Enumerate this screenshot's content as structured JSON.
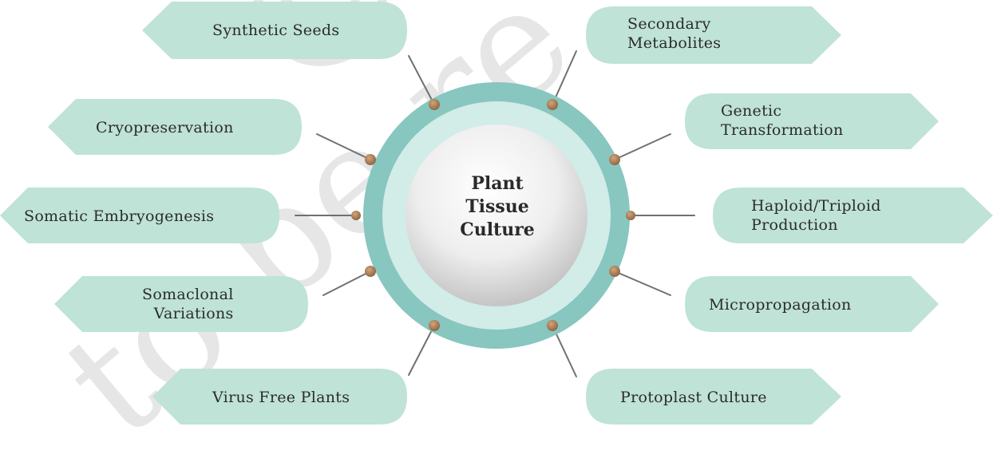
{
  "center": {
    "title": "Plant\nTissue\nCulture"
  },
  "items": [
    {
      "id": "synthetic-seeds",
      "label": "Synthetic Seeds"
    },
    {
      "id": "cryopreservation",
      "label": "Cryopreservation"
    },
    {
      "id": "somatic-embryogenesis",
      "label": "Somatic Embryogenesis"
    },
    {
      "id": "somaclonal-variations",
      "label": "Somaclonal\nVariations"
    },
    {
      "id": "virus-free-plants",
      "label": "Virus Free Plants"
    },
    {
      "id": "secondary-metabolites",
      "label": "Secondary\nMetabolites"
    },
    {
      "id": "genetic-transformation",
      "label": "Genetic\nTransformation"
    },
    {
      "id": "haploid-triploid-production",
      "label": "Haploid/Triploid\nProduction"
    },
    {
      "id": "micropropagation",
      "label": "Micropropagation"
    },
    {
      "id": "protoplast-culture",
      "label": "Protoplast Culture"
    }
  ],
  "colors": {
    "petal": "#bfe3d6",
    "ring_outer": "#88c6c0",
    "ring_inner": "#d2ece8",
    "connector": "#707070",
    "dot": "#a37a52"
  }
}
